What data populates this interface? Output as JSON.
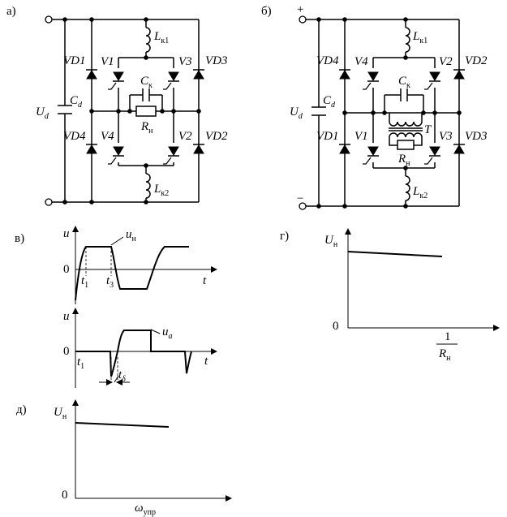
{
  "panels": {
    "a": "а)",
    "b": "б)",
    "v": "в)",
    "g": "г)",
    "d": "д)"
  },
  "circuit_a": {
    "vd1": "VD1",
    "vd2": "VD2",
    "vd3": "VD3",
    "vd4": "VD4",
    "v1": "V1",
    "v2": "V2",
    "v3": "V3",
    "v4": "V4",
    "lk1_main": "L",
    "lk1_sub": "к1",
    "lk2_main": "L",
    "lk2_sub": "к2",
    "ck_main": "C",
    "ck_sub": "к",
    "rn_main": "R",
    "rn_sub": "н",
    "cd_main": "C",
    "cd_sub": "d",
    "ud_main": "U",
    "ud_sub": "d"
  },
  "circuit_b": {
    "plus": "+",
    "minus": "−",
    "vd1": "VD1",
    "vd2": "VD2",
    "vd3": "VD3",
    "vd4": "VD4",
    "v1": "V1",
    "v2": "V2",
    "v3": "V3",
    "v4": "V4",
    "lk1_main": "L",
    "lk1_sub": "к1",
    "lk2_main": "L",
    "lk2_sub": "к2",
    "ck_main": "C",
    "ck_sub": "к",
    "rn_main": "R",
    "rn_sub": "н",
    "t": "T",
    "cd_main": "C",
    "cd_sub": "d",
    "ud_main": "U",
    "ud_sub": "d"
  },
  "waveform_top": {
    "yaxis": "u",
    "xaxis": "t",
    "zero": "0",
    "t1_main": "t",
    "t1_sub": "1",
    "t3_main": "t",
    "t3_sub": "3",
    "curve_main": "u",
    "curve_sub": "н"
  },
  "waveform_bottom": {
    "yaxis": "u",
    "xaxis": "t",
    "zero": "0",
    "t1_main": "t",
    "t1_sub": "1",
    "td_main": "t",
    "td_sub": "δ",
    "curve_main": "u",
    "curve_sub": "a"
  },
  "plot_g": {
    "ylabel_main": "U",
    "ylabel_sub": "н",
    "zero": "0",
    "xlabel_num": "1",
    "xlabel_den_main": "R",
    "xlabel_den_sub": "н"
  },
  "plot_d": {
    "ylabel_main": "U",
    "ylabel_sub": "н",
    "zero": "0",
    "xlabel_main": "ω",
    "xlabel_sub": "упр"
  }
}
